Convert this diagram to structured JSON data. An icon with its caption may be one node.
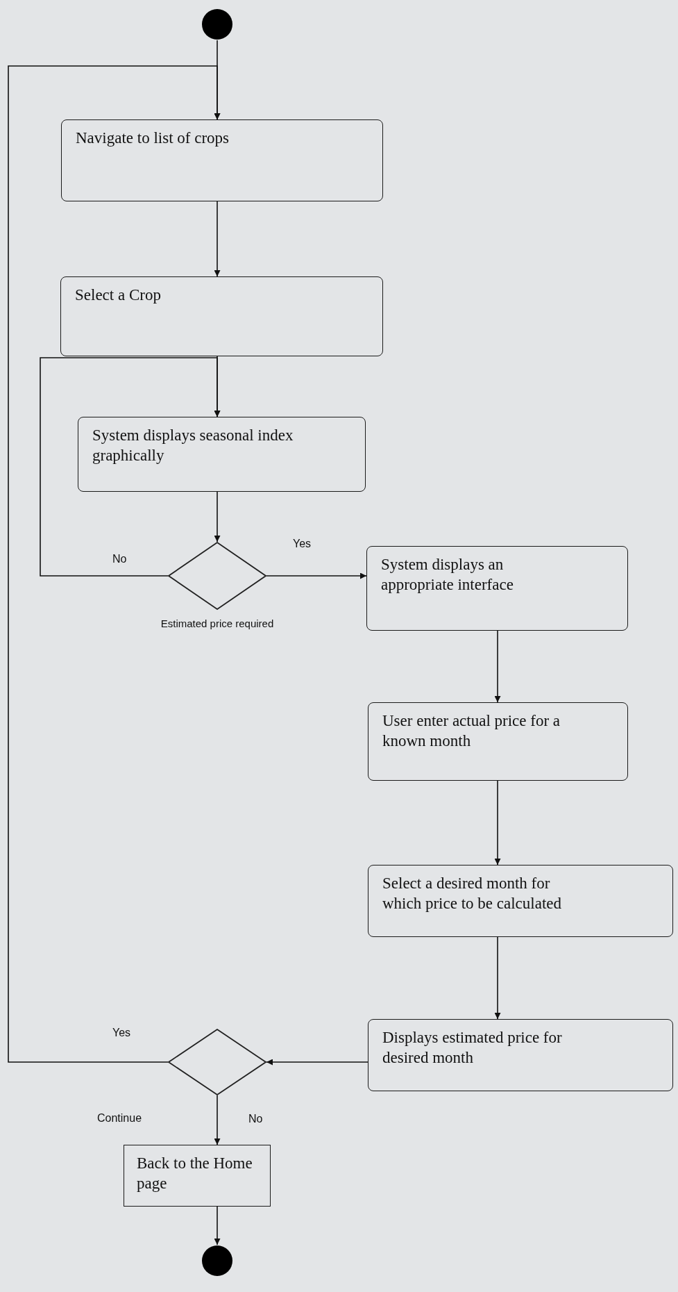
{
  "diagram": {
    "nodes": [
      {
        "text": [],
        "shape": "circle"
      },
      {
        "text": [
          "Navigate to list of crops"
        ]
      },
      {
        "text": [
          "Select a Crop"
        ]
      },
      {
        "text": [
          "System displays seasonal index graphically"
        ]
      },
      {
        "text": [],
        "shape": "diamond",
        "beside": [
          "Estimated price required"
        ]
      },
      {
        "text": [
          "System displays an appropriate interface"
        ]
      },
      {
        "text": [
          "User enter actual price for a known month"
        ]
      },
      {
        "text": [
          "Select a desired month for which price to be calculated"
        ]
      },
      {
        "text": [
          "Displays estimated price for desired month"
        ]
      },
      {
        "text": [],
        "shape": "diamond"
      },
      {
        "text": [
          "Back to the Home page"
        ]
      },
      {
        "text": [],
        "shape": "circle"
      }
    ],
    "edges": [
      {
        "from": 0,
        "to": 1,
        "arrow": "to"
      },
      {
        "from": 1,
        "to": 2,
        "arrow": "to"
      },
      {
        "from": 2,
        "to": 3,
        "arrow": "to"
      },
      {
        "from": 3,
        "to": 4,
        "arrow": "to"
      },
      {
        "from": 4,
        "to": 3,
        "arrow": "to",
        "label": "No"
      },
      {
        "from": 4,
        "to": 5,
        "arrow": "to",
        "label": "Yes"
      },
      {
        "from": 5,
        "to": 6,
        "arrow": "to"
      },
      {
        "from": 6,
        "to": 7,
        "arrow": "to"
      },
      {
        "from": 7,
        "to": 8,
        "arrow": "to"
      },
      {
        "from": 8,
        "to": 9,
        "arrow": "to"
      },
      {
        "from": 9,
        "to": 1,
        "arrow": "to",
        "label": "Yes"
      },
      {
        "from": 9,
        "to": 10,
        "arrow": "to",
        "label": "No"
      },
      {
        "from": 10,
        "to": 11,
        "arrow": "to"
      }
    ],
    "labels": [
      "Continue"
    ]
  }
}
